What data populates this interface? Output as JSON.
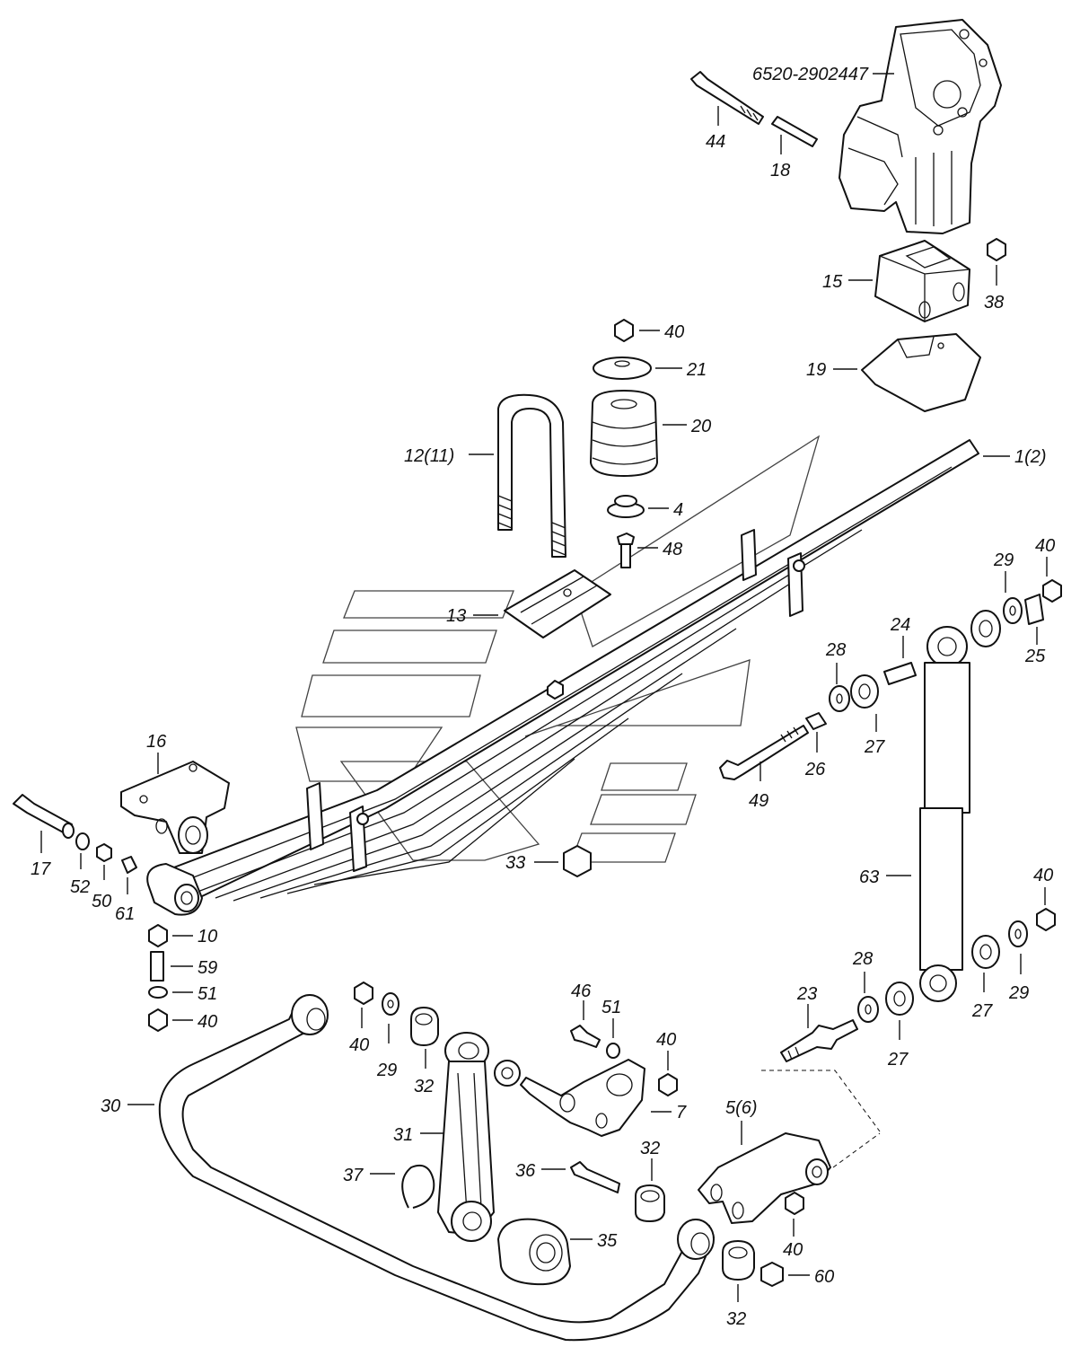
{
  "labels": {
    "part_6520": "6520-2902447",
    "p44": "44",
    "p18": "18",
    "p15": "15",
    "p38": "38",
    "p19": "19",
    "p40a": "40",
    "p21": "21",
    "p20": "20",
    "p12_11": "12(11)",
    "p1_2": "1(2)",
    "p4": "4",
    "p48": "48",
    "p13": "13",
    "p29a": "29",
    "p40b": "40",
    "p24": "24",
    "p28a": "28",
    "p25": "25",
    "p27a": "27",
    "p26": "26",
    "p16": "16",
    "p49": "49",
    "p17": "17",
    "p52": "52",
    "p50": "50",
    "p61": "61",
    "p33": "33",
    "p63": "63",
    "p40c": "40",
    "p10": "10",
    "p59": "59",
    "p51a": "51",
    "p40d": "40",
    "p28b": "28",
    "p27b": "27",
    "p29b": "29",
    "p46": "46",
    "p51b": "51",
    "p23": "23",
    "p40e": "40",
    "p29c": "29",
    "p32a": "32",
    "p40f": "40",
    "p27c": "27",
    "p7": "7",
    "p30": "30",
    "p5_6": "5(6)",
    "p31": "31",
    "p37": "37",
    "p36": "36",
    "p32b": "32",
    "p35": "35",
    "p40g": "40",
    "p60": "60",
    "p32c": "32"
  }
}
